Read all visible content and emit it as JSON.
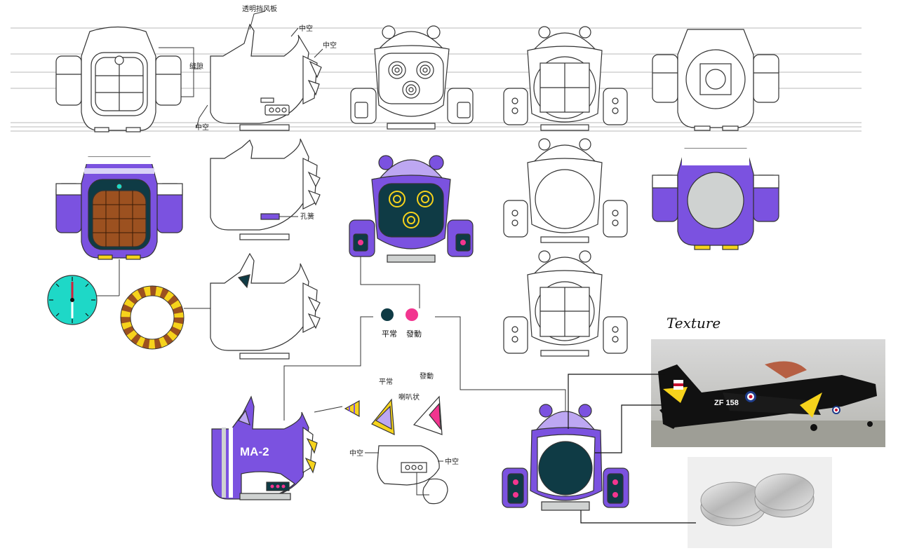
{
  "annotations": {
    "transparent_windshield": "透明挡风板",
    "hollow": "中空",
    "gap": "缝隙",
    "outlet": "孔簧",
    "normal": "平常",
    "activate": "發動",
    "horn": "喇叭状"
  },
  "texture_label": "Texture",
  "model_label": "MA-2",
  "plane_tail_code": "ZF 158",
  "colors": {
    "purple": "#7b52e0",
    "lavender": "#bda7f2",
    "dark_teal": "#0f3b45",
    "pink": "#f2358f",
    "yellow": "#f6d31c",
    "brown": "#9c5120",
    "teal": "#1ed8c7",
    "gray": "#cfd2d1"
  }
}
